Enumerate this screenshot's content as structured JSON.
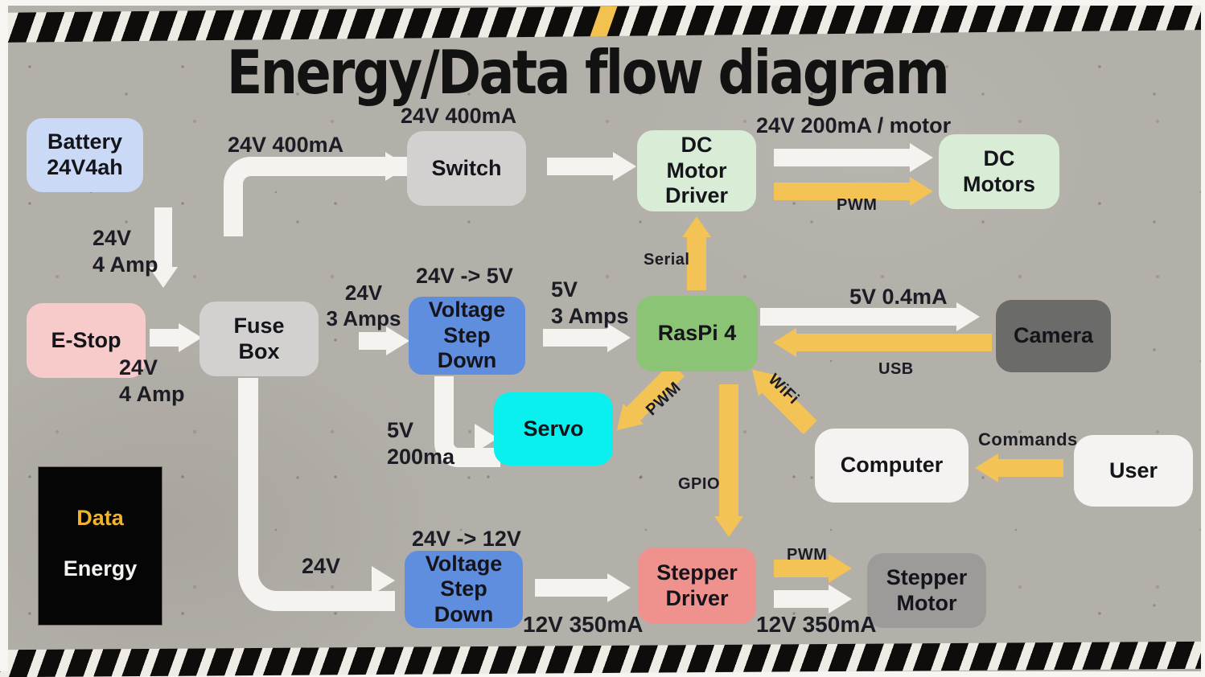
{
  "title": "Energy/Data flow diagram",
  "legend": {
    "data": "Data",
    "energy": "Energy"
  },
  "colors": {
    "energy_arrow": "#f4f3f0",
    "data_arrow": "#f3c355",
    "background": "#b3afa9",
    "battery": "#c9d9f6",
    "switch": "#d3d1cf",
    "dc_green": "#d9ecd5",
    "e_stop": "#f6cbc9",
    "voltage_step_down": "#5f8ede",
    "raspi": "#8cc476",
    "camera": "#6b6b69",
    "servo": "#0af0ef",
    "computer_user": "#f4f3f1",
    "stepper_driver": "#ef928e",
    "stepper_motor": "#9c9b99",
    "legend_data_text": "#f0b42c"
  },
  "nodes": {
    "battery": "Battery\n24V4ah",
    "switch": "Switch",
    "dc_motor_driver": "DC\nMotor\nDriver",
    "dc_motors": "DC\nMotors",
    "e_stop": "E-Stop",
    "fuse_box": "Fuse\nBox",
    "vsd_5v": "Voltage\nStep\nDown",
    "raspi": "RasPi 4",
    "camera": "Camera",
    "servo": "Servo",
    "computer": "Computer",
    "user": "User",
    "vsd_12v": "Voltage\nStep\nDown",
    "stepper_driver": "Stepper\nDriver",
    "stepper_motor": "Stepper\nMotor"
  },
  "labels": {
    "above_switch": "24V 400mA",
    "battery_to_switch": "24V 400mA",
    "driver_to_motors": "24V 200mA / motor",
    "pwm_dc_motors": "PWM",
    "battery_down": "24V\n4 Amp",
    "vsd5_title": "24V -> 5V",
    "fuse_to_vsd5": "24V\n3 Amps",
    "vsd5_to_raspi": "5V\n3 Amps",
    "serial": "Serial",
    "raspi_to_camera": "5V 0.4mA",
    "usb": "USB",
    "estop_out": "24V\n4 Amp",
    "servo_feed": "5V\n200ma",
    "pwm_servo": "PWM",
    "wifi": "WiFi",
    "gpio": "GPIO",
    "commands": "Commands",
    "fuse_down": "24V",
    "vsd12_title": "24V -> 12V",
    "vsd12_out": "12V 350mA",
    "pwm_stepper": "PWM",
    "driver_to_motor": "12V 350mA"
  }
}
